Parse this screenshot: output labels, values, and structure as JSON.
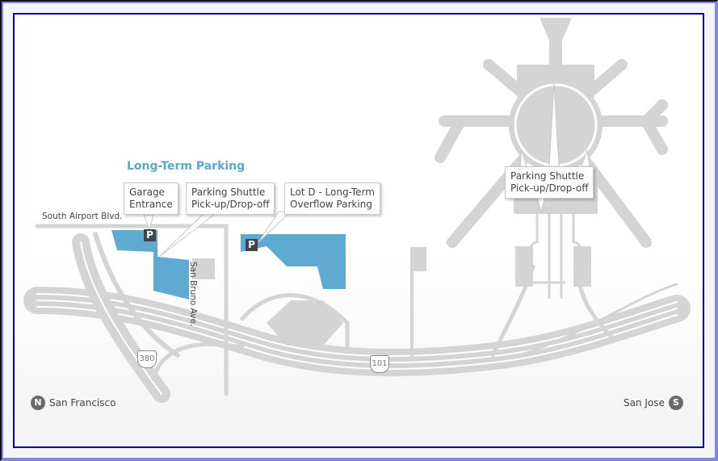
{
  "map": {
    "section_title": "Long-Term Parking",
    "callouts": {
      "garage_entrance": "Garage\nEntrance",
      "garage_entrance_l1": "Garage",
      "garage_entrance_l2": "Entrance",
      "shuttle_left_l1": "Parking Shuttle",
      "shuttle_left_l2": "Pick-up/Drop-off",
      "lot_d_l1": "Lot D - Long-Term",
      "lot_d_l2": "Overflow Parking",
      "shuttle_terminal_l1": "Parking Shuttle",
      "shuttle_terminal_l2": "Pick-up/Drop-off"
    },
    "roads": {
      "south_airport_blvd": "South Airport Blvd.",
      "san_bruno_ave": "San Bruno Ave.",
      "interstate_380": "380",
      "us_101": "101"
    },
    "parking_symbol": "P",
    "directions": {
      "north_badge": "N",
      "north_label": "San Francisco",
      "south_badge": "S",
      "south_label": "San Jose"
    },
    "colors": {
      "parking": "#5fabd0",
      "road": "#d4d4d4",
      "title": "#5aa8c9",
      "frame": "#000090"
    }
  }
}
